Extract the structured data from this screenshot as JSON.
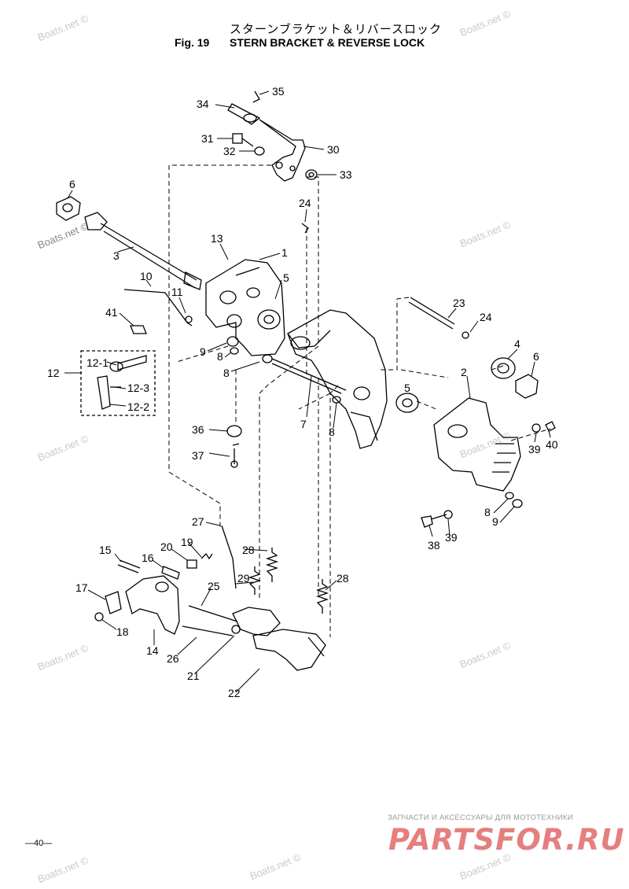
{
  "header": {
    "title_jp": "スターンブラケット＆リバースロック",
    "fig": "Fig. 19",
    "title": "STERN BRACKET & REVERSE LOCK"
  },
  "watermark": "Boats.net ©",
  "page_number": "—40—",
  "brand": {
    "subtitle": "ЗАПЧАСТИ И АКСЕССУАРЫ ДЛЯ МОТОТЕХНИКИ",
    "name": "PARTSFOR.RU",
    "color": "#e57f7f"
  },
  "labels": {
    "l35": "35",
    "l34": "34",
    "l31": "31",
    "l32": "32",
    "l30": "30",
    "l33": "33",
    "l6a": "6",
    "l24a": "24",
    "l3": "3",
    "l13": "13",
    "l1": "1",
    "l10": "10",
    "l5a": "5",
    "l11": "11",
    "l41": "41",
    "l9a": "9",
    "l8a": "8",
    "l8b": "8",
    "l12": "12",
    "l12_1": "12-1",
    "l12_3": "12-3",
    "l12_2": "12-2",
    "l23": "23",
    "l24b": "24",
    "l4": "4",
    "l6b": "6",
    "l2": "2",
    "l5b": "5",
    "l7": "7",
    "l8c": "8",
    "l36": "36",
    "l37": "37",
    "l39a": "39",
    "l40": "40",
    "l8d": "8",
    "l9b": "9",
    "l38": "38",
    "l39b": "39",
    "l27": "27",
    "l20": "20",
    "l19": "19",
    "l15": "15",
    "l16": "16",
    "l28a": "28",
    "l29": "29",
    "l17": "17",
    "l25": "25",
    "l28b": "28",
    "l18": "18",
    "l14": "14",
    "l26": "26",
    "l21": "21",
    "l22": "22"
  }
}
